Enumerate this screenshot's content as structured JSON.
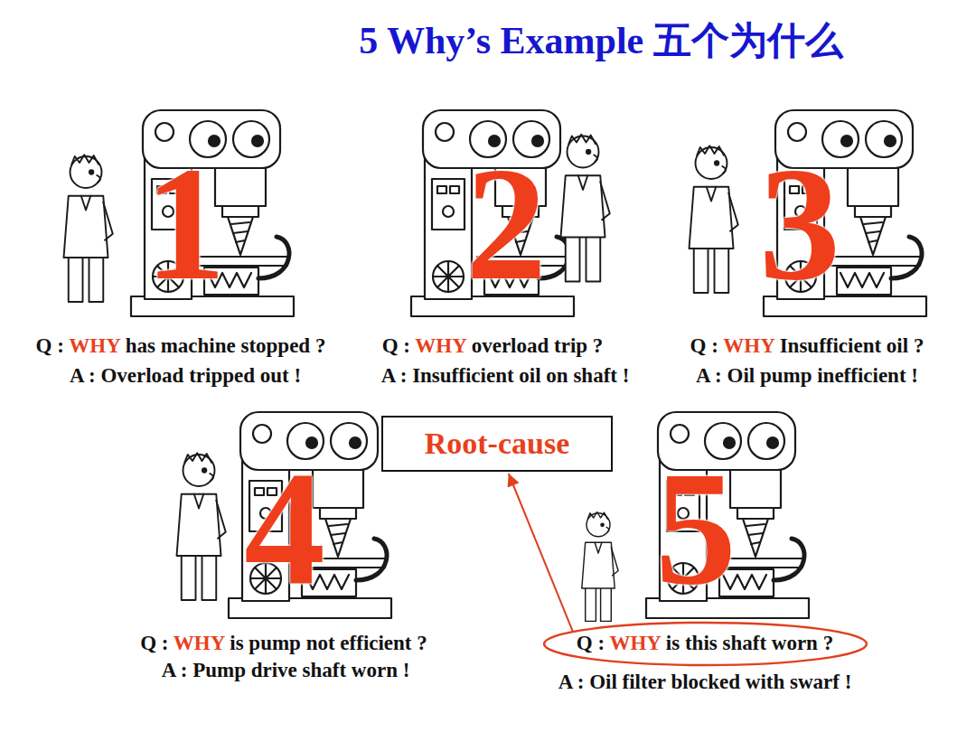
{
  "diagram": {
    "title": "5 Why’s Example 五个为什么",
    "nodes": [
      {
        "text": [
          "Root-cause"
        ]
      },
      {
        "text": [
          "Q : WHY is this shaft worn ?"
        ]
      }
    ],
    "edges": [
      {
        "from": 1,
        "to": 0,
        "arrow": "to"
      }
    ],
    "labels": [
      "1",
      "Q : WHY has machine stopped ?",
      "A : Overload tripped out !",
      "2",
      "Q : WHY overload trip ?",
      "A : Insufficient oil on shaft !",
      "3",
      "Q : WHY Insufficient oil ?",
      "A : Oil pump inefficient !",
      "4",
      "Q : WHY is pump not efficient ?",
      "A : Pump drive shaft worn !",
      "5",
      "A : Oil filter blocked with swarf !"
    ]
  }
}
